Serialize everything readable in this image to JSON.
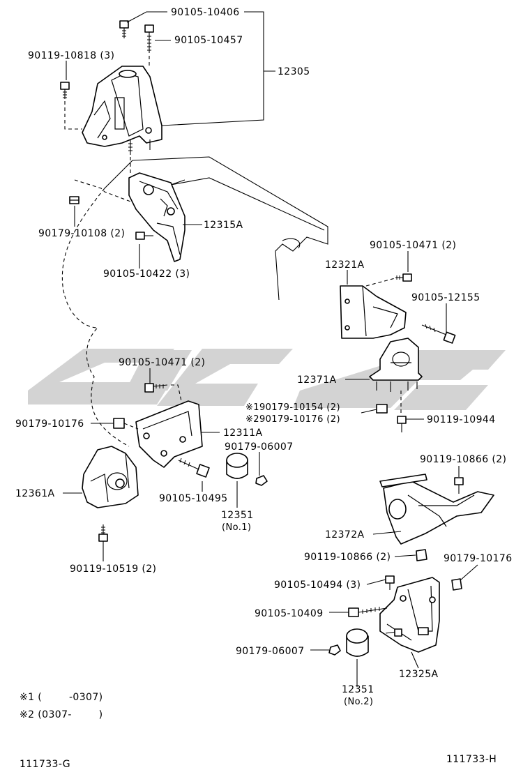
{
  "labels": {
    "l_90105_10406": "90105-10406",
    "l_90105_10457": "90105-10457",
    "l_90119_10818": "90119-10818 (3)",
    "l_12305": "12305",
    "l_90179_10108": "90179-10108 (2)",
    "l_12315A": "12315A",
    "l_90105_10422": "90105-10422 (3)",
    "l_90105_10471_r": "90105-10471 (2)",
    "l_12321A": "12321A",
    "l_90105_12155": "90105-12155",
    "l_12371A": "12371A",
    "l_90105_10471_l": "90105-10471 (2)",
    "l_190179_10154": "※190179-10154 (2)",
    "l_290179_10176": "※290179-10176 (2)",
    "l_90119_10944": "90119-10944",
    "l_90179_10176_l": "90179-10176",
    "l_12311A": "12311A",
    "l_90179_06007_c": "90179-06007",
    "l_12361A": "12361A",
    "l_90105_10495": "90105-10495",
    "l_12351_c": "12351",
    "l_no1": "(No.1)",
    "l_90119_10519": "90119-10519 (2)",
    "l_90119_10866_t": "90119-10866 (2)",
    "l_12372A": "12372A",
    "l_90119_10866_b": "90119-10866 (2)",
    "l_90179_10176_r": "90179-10176",
    "l_90105_10494": "90105-10494 (3)",
    "l_90105_10409": "90105-10409",
    "l_90179_06007_b": "90179-06007",
    "l_12351_b": "12351",
    "l_no2": "(No.2)",
    "l_12325A": "12325A"
  },
  "notes": {
    "note1": "※1 (        -0307)",
    "note2": "※2 (0307-        )"
  },
  "footer": {
    "left_code": "111733-G",
    "right_code": "111733-H"
  },
  "colors": {
    "line": "#000000",
    "watermark": "#d3d3d3"
  }
}
